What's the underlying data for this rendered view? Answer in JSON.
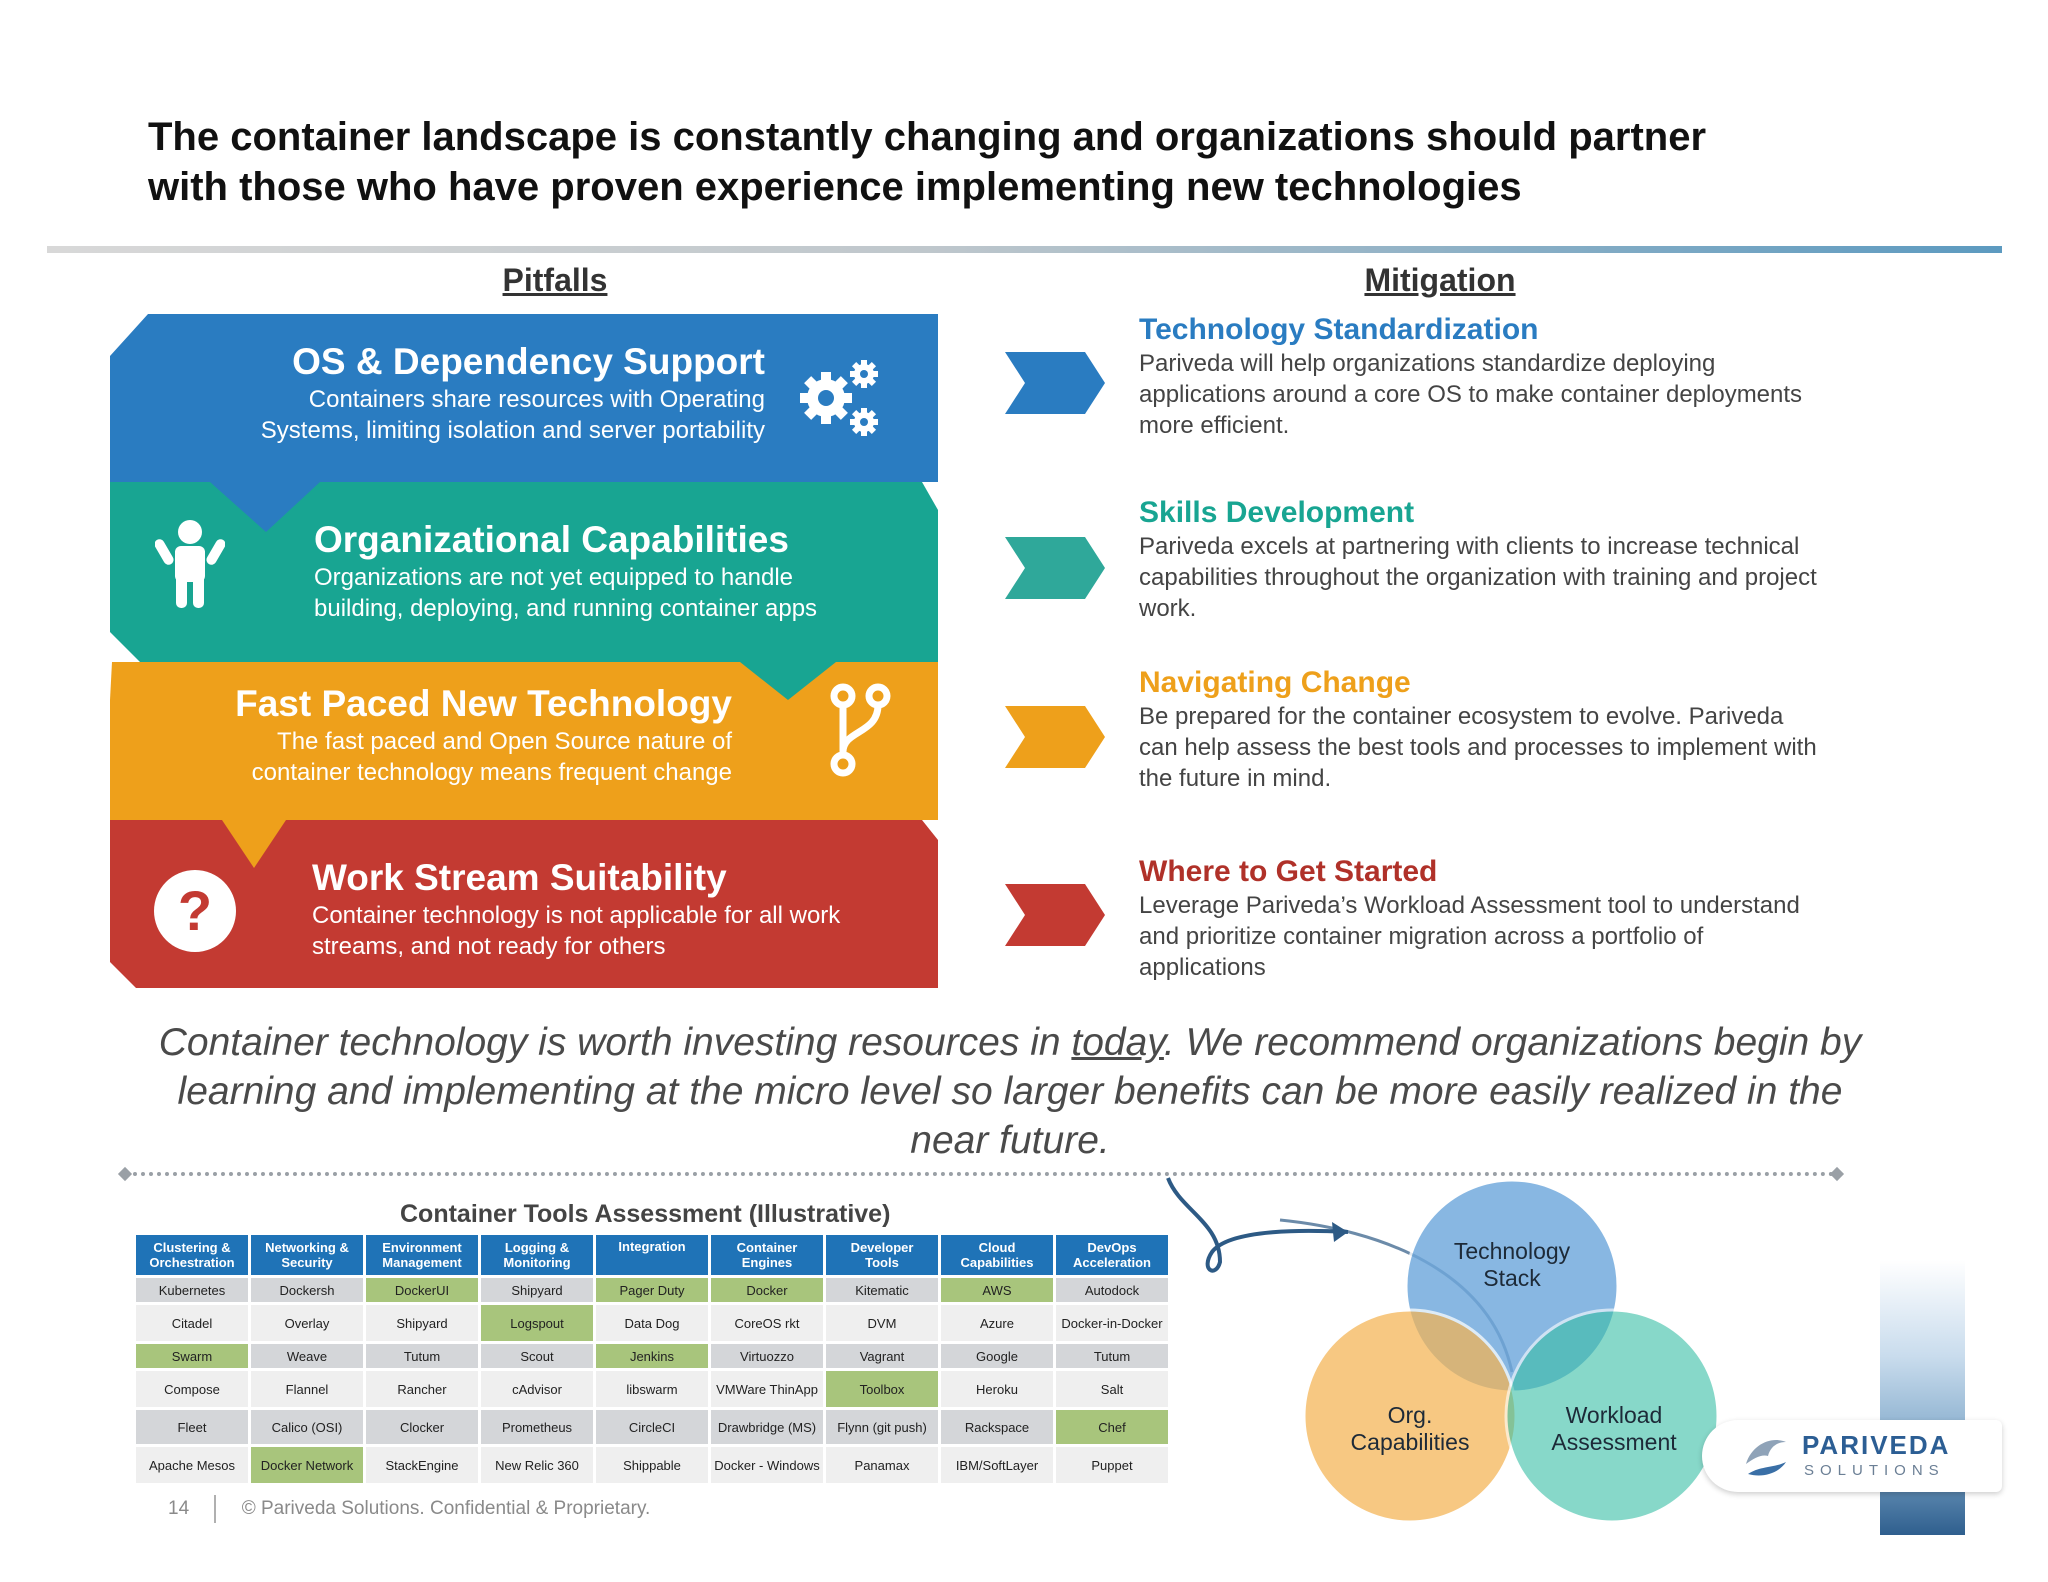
{
  "title": {
    "line1": "The container landscape is constantly changing and organizations should partner",
    "line2": "with those who have proven experience implementing new technologies"
  },
  "columns": {
    "pitfalls": "Pitfalls",
    "mitigation": "Mitigation"
  },
  "pitfalls": [
    {
      "title": "OS & Dependency Support",
      "desc1": "Containers share resources with Operating",
      "desc2": "Systems, limiting isolation and server portability",
      "color": "#2a7cc1",
      "icon": "gears-icon"
    },
    {
      "title": "Organizational Capabilities",
      "desc1": "Organizations are not yet equipped to handle",
      "desc2": "building, deploying, and running container apps",
      "color": "#18a592",
      "icon": "person-icon"
    },
    {
      "title": "Fast Paced New Technology",
      "desc1": "The fast paced and Open Source nature of",
      "desc2": "container technology means frequent change",
      "color": "#eea01b",
      "icon": "branch-icon"
    },
    {
      "title": "Work Stream Suitability",
      "desc1": "Container technology is not applicable for all work",
      "desc2": "streams, and not ready for others",
      "color": "#c33a32",
      "icon": "question-icon"
    }
  ],
  "mitigations": [
    {
      "title": "Technology Standardization",
      "line1": "Pariveda will help organizations standardize deploying",
      "line2": "applications around a core OS to make container deployments",
      "line3": "more efficient.",
      "color": "#2a7cc1"
    },
    {
      "title": "Skills Development",
      "line1": "Pariveda excels at partnering with clients to increase technical",
      "line2": "capabilities throughout the organization with training and project",
      "line3": "work.",
      "color": "#18a592"
    },
    {
      "title": "Navigating Change",
      "line1": "Be prepared for the container ecosystem to evolve.  Pariveda",
      "line2": "can help assess the best tools and processes to implement with",
      "line3": "the future in mind.",
      "color": "#eea01b"
    },
    {
      "title": "Where to Get Started",
      "line1": "Leverage Pariveda’s Workload Assessment tool to understand",
      "line2": "and prioritize container migration across a portfolio of",
      "line3": "applications",
      "color": "#c33a32"
    }
  ],
  "quote": {
    "part1": "Container technology is worth investing resources in ",
    "underlined": "today",
    "part2": ".  We recommend organizations begin by learning and implementing at the micro level so larger benefits can be more easily realized in the near future."
  },
  "table": {
    "title": "Container Tools Assessment (Illustrative)",
    "headers": [
      [
        "Clustering &",
        "Orchestration"
      ],
      [
        "Networking &",
        "Security"
      ],
      [
        "Environment",
        "Management"
      ],
      [
        "Logging &",
        "Monitoring"
      ],
      [
        "Integration",
        ""
      ],
      [
        "Container",
        "Engines"
      ],
      [
        "Developer",
        "Tools"
      ],
      [
        "Cloud",
        "Capabilities"
      ],
      [
        "DevOps",
        "Acceleration"
      ]
    ],
    "rows": [
      [
        "Kubernetes",
        "Dockersh",
        "DockerUI",
        "Shipyard",
        "Pager Duty",
        "Docker",
        "Kitematic",
        "AWS",
        "Autodock"
      ],
      [
        "Citadel",
        "Overlay",
        "Shipyard",
        "Logspout",
        "Data Dog",
        "CoreOS rkt",
        "DVM",
        "Azure",
        "Docker-in-Docker"
      ],
      [
        "Swarm",
        "Weave",
        "Tutum",
        "Scout",
        "Jenkins",
        "Virtuozzo",
        "Vagrant",
        "Google",
        "Tutum"
      ],
      [
        "Compose",
        "Flannel",
        "Rancher",
        "cAdvisor",
        "libswarm",
        "VMWare ThinApp",
        "Toolbox",
        "Heroku",
        "Salt"
      ],
      [
        "Fleet",
        "Calico (OSI)",
        "Clocker",
        "Prometheus",
        "CircleCI",
        "Drawbridge (MS)",
        "Flynn (git push)",
        "Rackspace",
        "Chef"
      ],
      [
        "Apache Mesos",
        "Docker Network",
        "StackEngine",
        "New Relic 360",
        "Shippable",
        "Docker - Windows",
        "Panamax",
        "IBM/SoftLayer",
        "Puppet"
      ]
    ]
  },
  "venn": {
    "top": [
      "Technology",
      "Stack"
    ],
    "left": [
      "Org.",
      "Capabilities"
    ],
    "right": [
      "Workload",
      "Assessment"
    ]
  },
  "logo": {
    "name": "PARIVEDA",
    "sub": "SOLUTIONS"
  },
  "footer": {
    "page": "14",
    "text": "© Pariveda Solutions.  Confidential  & Proprietary."
  }
}
